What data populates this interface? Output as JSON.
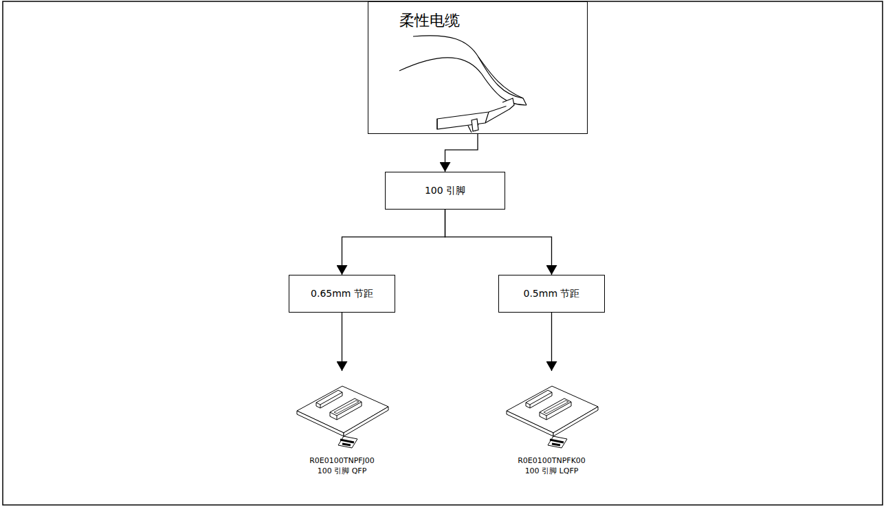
{
  "diagram": {
    "nodes": [
      {
        "text": [
          "柔性电缆"
        ]
      },
      {
        "text": [
          "100 引脚"
        ]
      },
      {
        "text": [
          "0.65mm 节距"
        ]
      },
      {
        "text": [
          "0.5mm 节距"
        ]
      },
      {
        "text": [
          "R0E0100TNPFJ00 100 引脚 QFP"
        ]
      },
      {
        "text": [
          "R0E0100TNPFK00 100 引脚 LQFP"
        ]
      }
    ],
    "edges": [
      {
        "from": 0,
        "to": 1,
        "arrow": "to"
      },
      {
        "from": 1,
        "to": 2,
        "arrow": "to"
      },
      {
        "from": 1,
        "to": 3,
        "arrow": "to"
      },
      {
        "from": 2,
        "to": 4,
        "arrow": "to"
      },
      {
        "from": 3,
        "to": 5,
        "arrow": "to"
      }
    ]
  }
}
